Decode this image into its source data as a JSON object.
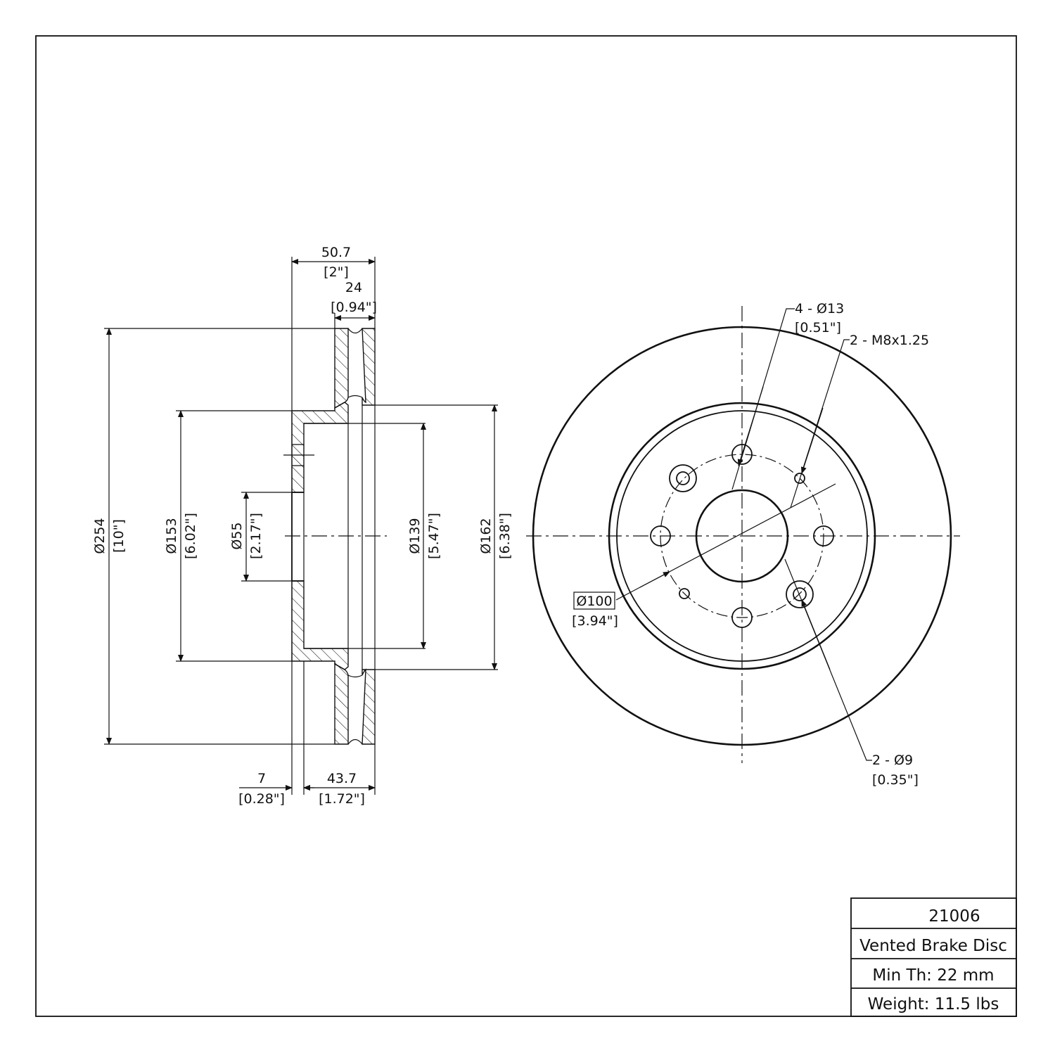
{
  "title_block": {
    "part_number": "21006",
    "description": "Vented Brake Disc",
    "min_thickness": "Min Th: 22 mm",
    "weight": "Weight: 11.5 lbs"
  },
  "side_view": {
    "overall_width": {
      "mm": "50.7",
      "in": "[2\"]"
    },
    "friction_thickness": {
      "mm": "24",
      "in": "[0.94\"]"
    },
    "outer_diameter": {
      "mm": "Ø254",
      "in": "[10\"]"
    },
    "hat_diameter": {
      "mm": "Ø153",
      "in": "[6.02\"]"
    },
    "center_bore": {
      "mm": "Ø55",
      "in": "[2.17\"]"
    },
    "inner_hat_diameter": {
      "mm": "Ø139",
      "in": "[5.47\"]"
    },
    "inner_friction_diameter": {
      "mm": "Ø162",
      "in": "[6.38\"]"
    },
    "flange_thickness": {
      "mm": "7",
      "in": "[0.28\"]"
    },
    "hat_height": {
      "mm": "43.7",
      "in": "[1.72\"]"
    }
  },
  "front_view": {
    "bolt_holes": {
      "mm": "4 - Ø13",
      "in": "[0.51\"]"
    },
    "threaded_holes": {
      "mm": "2 - M8x1.25"
    },
    "small_holes": {
      "mm": "2 - Ø9",
      "in": "[0.35\"]"
    },
    "bolt_circle": {
      "mm": "Ø100",
      "in": "[3.94\"]"
    }
  }
}
